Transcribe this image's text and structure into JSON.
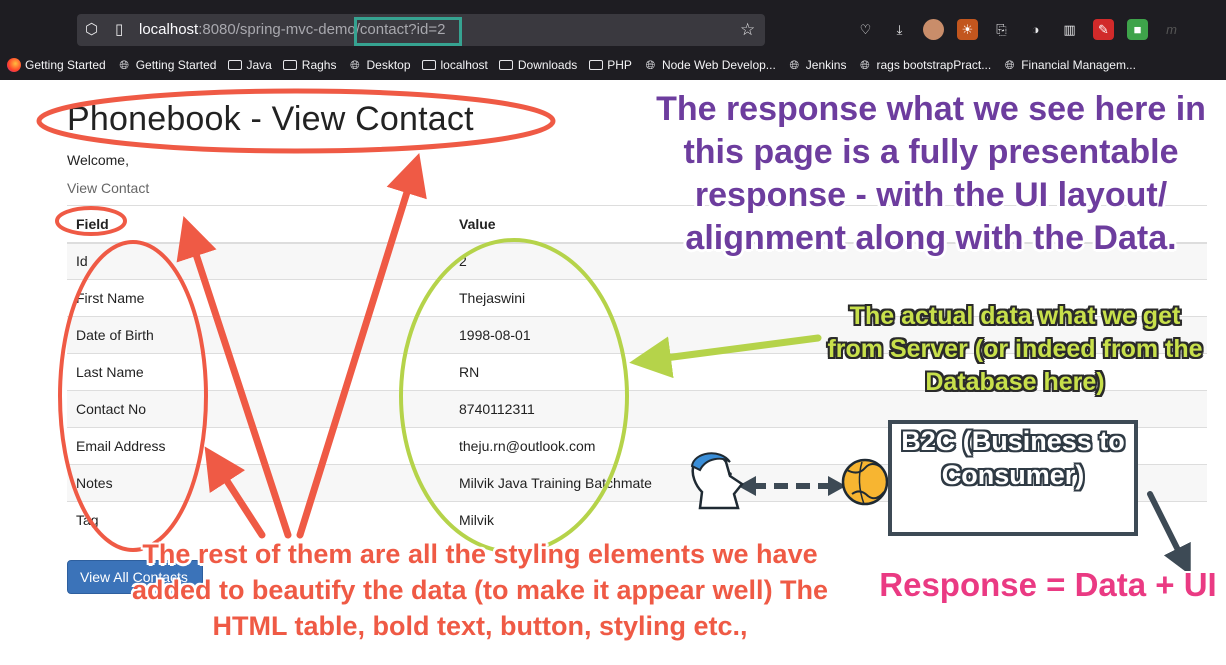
{
  "browser": {
    "url_host": "localhost",
    "url_rest": ":8080/spring-mvc-demo/contact?id=2",
    "bookmarks": [
      {
        "label": "Getting Started",
        "icon": "firefox-icon"
      },
      {
        "label": "Getting Started",
        "icon": "globe-icon"
      },
      {
        "label": "Java",
        "icon": "folder-icon"
      },
      {
        "label": "Raghs",
        "icon": "folder-icon"
      },
      {
        "label": "Desktop",
        "icon": "globe-icon"
      },
      {
        "label": "localhost",
        "icon": "folder-icon"
      },
      {
        "label": "Downloads",
        "icon": "folder-icon"
      },
      {
        "label": "PHP",
        "icon": "folder-icon"
      },
      {
        "label": "Node Web Develop...",
        "icon": "globe-icon"
      },
      {
        "label": "Jenkins",
        "icon": "globe-icon"
      },
      {
        "label": "rags bootstrapPract...",
        "icon": "globe-icon"
      },
      {
        "label": "Financial Managem...",
        "icon": "globe-icon"
      }
    ]
  },
  "page": {
    "title": "Phonebook - View Contact",
    "welcome": "Welcome,",
    "subheading": "View Contact",
    "table": {
      "headers": [
        "Field",
        "Value"
      ],
      "rows": [
        [
          "Id",
          "2"
        ],
        [
          "First Name",
          "Thejaswini"
        ],
        [
          "Date of Birth",
          "1998-08-01"
        ],
        [
          "Last Name",
          "RN"
        ],
        [
          "Contact No",
          "8740112311"
        ],
        [
          "Email Address",
          "theju.rn@outlook.com"
        ],
        [
          "Notes",
          "Milvik Java Training Batchmate"
        ],
        [
          "Tag",
          "Milvik"
        ]
      ]
    },
    "button": "View All Contacts"
  },
  "annotations": {
    "purple": "The response what we see here in this page is a fully presentable response - with the UI layout/ alignment along with the Data.",
    "green": "The actual data what we get from Server (or indeed from the Database here)",
    "b2c": "B2C (Business to Consumer)",
    "red": "The rest of them are all the styling elements we have added to beautify the data (to make it appear well) The HTML table, bold text, button, styling etc.,",
    "pink": "Response = Data + UI"
  },
  "colors": {
    "annotation_red": "#ef5a45",
    "annotation_green": "#b5d34a",
    "annotation_purple": "#6d3d9e",
    "annotation_pink": "#ea3a83",
    "url_highlight": "#36a391",
    "button_blue": "#3b73b9"
  }
}
